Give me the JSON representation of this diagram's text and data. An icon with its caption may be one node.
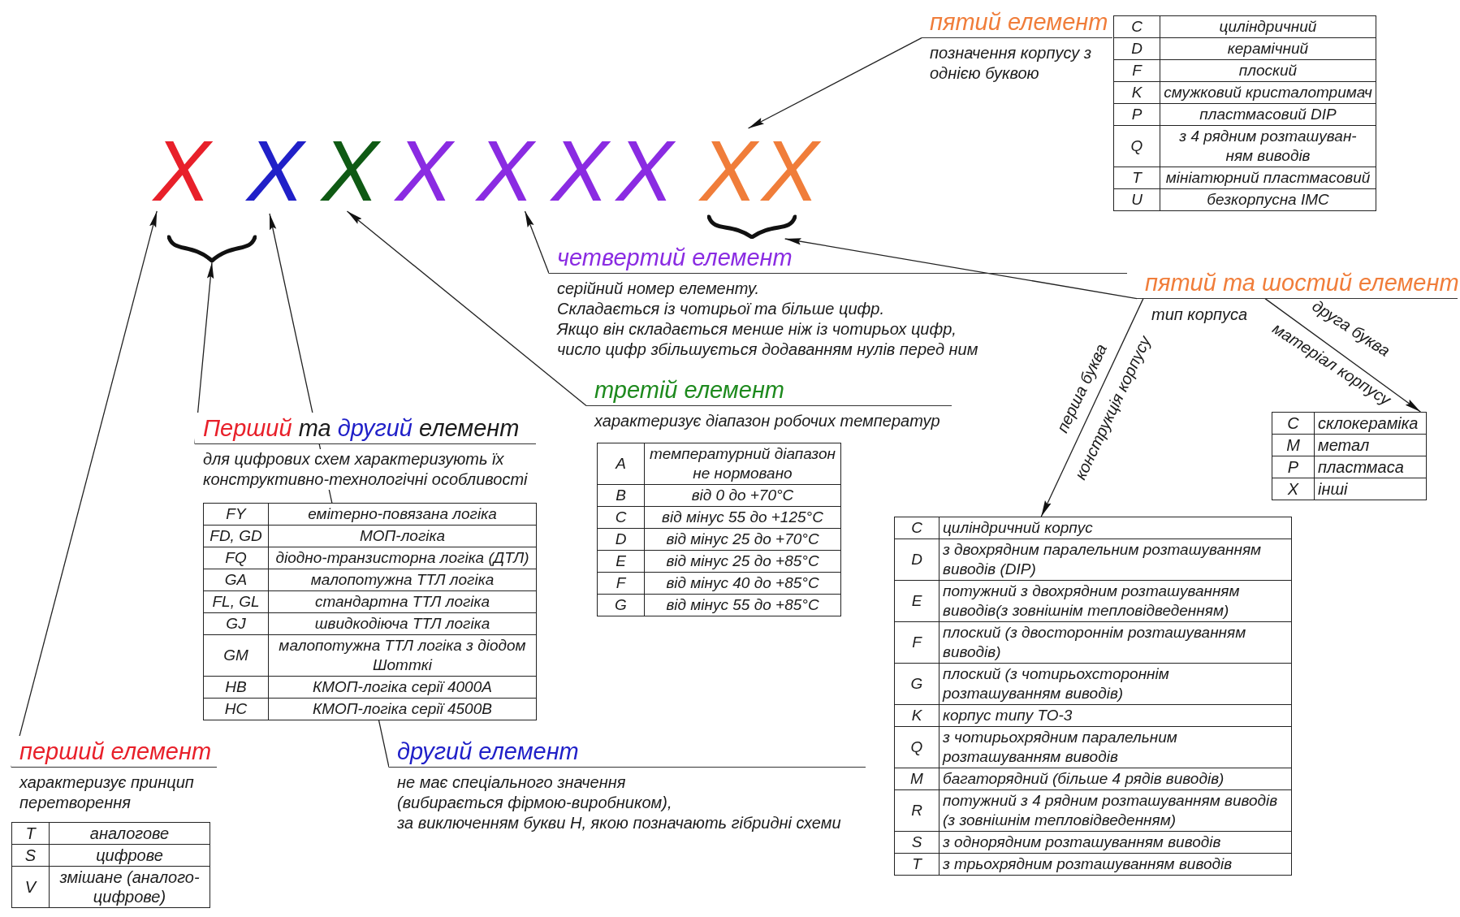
{
  "diagram": {
    "nodes": [
      {
        "text": [
          "X"
        ]
      },
      {
        "text": [
          "X"
        ]
      },
      {
        "text": [
          "X"
        ]
      },
      {
        "text": [
          "X"
        ]
      },
      {
        "text": [
          "X"
        ]
      },
      {
        "text": [
          "X"
        ]
      },
      {
        "text": [
          "X"
        ]
      },
      {
        "text": [
          "X"
        ]
      },
      {
        "text": [
          "X"
        ]
      },
      {
        "text": [],
        "shape": "brace"
      },
      {
        "text": [],
        "shape": "brace"
      },
      {
        "text": [
          "пятий елемент",
          "позначення корпусу з однією буквою"
        ]
      },
      {
        "text": [
          "C",
          "циліндричний",
          "D",
          "керамічний",
          "F",
          "плоский",
          "K",
          "смужковий кристалотримач",
          "P",
          "пластмасовий DIP",
          "Q",
          "з 4 рядним розташуван- ням виводів",
          "T",
          "мініатюрний пластмасовий",
          "U",
          "безкорпусна ІМС"
        ]
      },
      {
        "text": [
          "четвертий елемент",
          "серійний номер елементу.",
          "Складається із чотирьої та більше цифр.",
          "Якщо він складається менше ніж із чотирьох цифр, число цифр збільшується додаванням нулів перед ним"
        ]
      },
      {
        "text": [
          "пятий та шостий елемент"
        ]
      },
      {
        "text": [
          "третій елемент",
          "характеризує діапазон робочих температур"
        ]
      },
      {
        "text": [
          "A",
          "температурний діапазон не нормовано",
          "B",
          "від 0 до +70°С",
          "C",
          "від мінус 55 до +125°С",
          "D",
          "від мінус 25 до +70°С",
          "E",
          "від мінус 25 до +85°С",
          "F",
          "від мінус 40 до +85°С",
          "G",
          "від мінус 55 до +85°С"
        ]
      },
      {
        "text": [
          "Перший та другий елемент",
          "для цифрових схем характеризують їх конструктивно-технологічні особливості"
        ]
      },
      {
        "text": [
          "FY",
          "емітерно-повязана логіка",
          "FD, GD",
          "МОП-логіка",
          "FQ",
          "діодно-транзисторна логіка (ДТЛ)",
          "GA",
          "малопотужна ТТЛ логіка",
          "FL, GL",
          "стандартна ТТЛ логіка",
          "GJ",
          "швидкодіюча ТТЛ логіка",
          "GM",
          "малопотужна ТТЛ логіка з діодом Шотткі",
          "HB",
          "КМОП-логіка серії 4000A",
          "HC",
          "КМОП-логіка серії 4500B"
        ]
      },
      {
        "text": [
          "C",
          "склокераміка",
          "M",
          "метал",
          "P",
          "пластмаса",
          "X",
          "інші"
        ]
      },
      {
        "text": [
          "C",
          "циліндричний корпус",
          "D",
          "з двохрядним паралельним розташуванням виводів (DIP)",
          "E",
          "потужний з двохрядним розташуванням виводів(з зовнішнім тепловідведенням)",
          "F",
          "плоский (з двостороннім розташуванням виводів)",
          "G",
          "плоский (з чотирьохстороннім розташуванням виводів)",
          "K",
          "корпус типу ТО-3",
          "Q",
          "з чотирьохрядним паралельним розташуванням виводів",
          "M",
          "багаторядний (більше 4 рядів виводів)",
          "R",
          "потужний з 4 рядним розташуванням виводів (з зовнішнім тепловідведенням)",
          "S",
          "з однорядним розташуванням виводів",
          "T",
          "з трьохрядним розташуванням виводів"
        ]
      },
      {
        "text": [
          "перший елемент",
          "характеризує принцип перетворення"
        ]
      },
      {
        "text": [
          "T",
          "аналогове",
          "S",
          "цифрове",
          "V",
          "змішане (аналого-цифрове)"
        ]
      },
      {
        "text": [
          "другий елемент",
          "не має спеціального значення",
          "(вибирається фірмою-виробником),",
          "за виключенням букви H, якою позначають гібридні схеми"
        ]
      }
    ],
    "edges": [
      {
        "from": 21,
        "to": 0,
        "arrow": "to"
      },
      {
        "from": 17,
        "to": 9,
        "arrow": "to"
      },
      {
        "from": 23,
        "to": 1,
        "arrow": "to"
      },
      {
        "from": 15,
        "to": 2,
        "arrow": "to"
      },
      {
        "from": 13,
        "to": 4,
        "arrow": "to"
      },
      {
        "from": 11,
        "to": 7,
        "arrow": "to"
      },
      {
        "from": 14,
        "to": 10,
        "arrow": "to"
      },
      {
        "from": 14,
        "to": 20,
        "arrow": "to"
      },
      {
        "from": 14,
        "to": 19,
        "arrow": "to"
      }
    ],
    "labels": [
      "тип корпуса",
      "перша буква",
      "конструкція корпусу",
      "друга буква",
      "матеріал корпусу"
    ]
  }
}
